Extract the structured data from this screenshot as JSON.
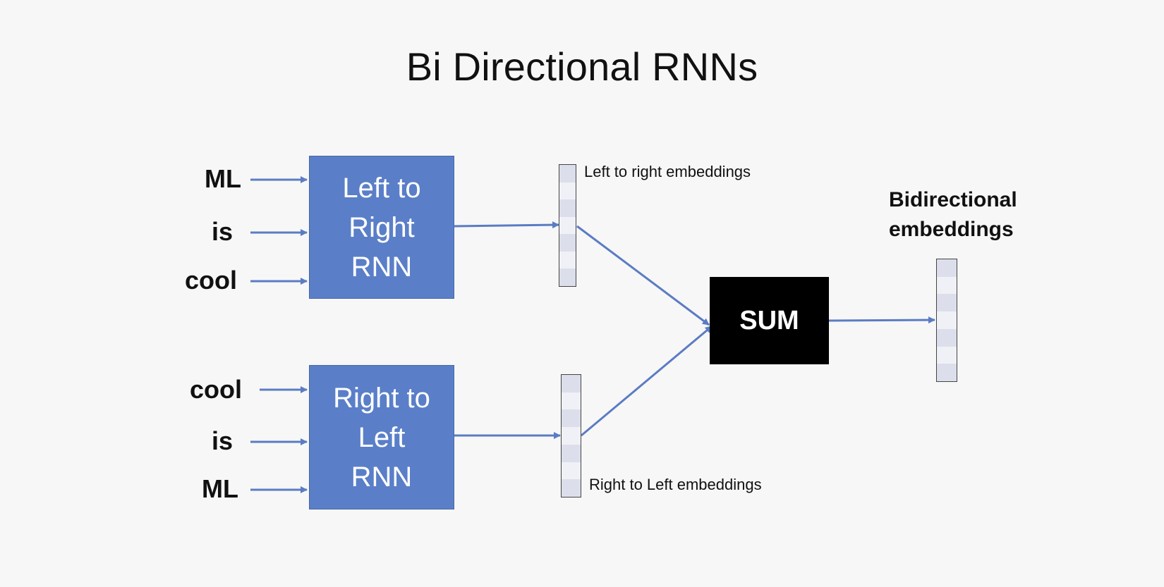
{
  "title": "Bi Directional RNNs",
  "top": {
    "words": [
      "ML",
      "is",
      "cool"
    ],
    "rnn_lines": [
      "Left to",
      "Right",
      "RNN"
    ],
    "embedding_label": "Left to right embeddings"
  },
  "bottom": {
    "words": [
      "cool",
      "is",
      "ML"
    ],
    "rnn_lines": [
      "Right to",
      "Left",
      "RNN"
    ],
    "embedding_label": "Right to Left embeddings"
  },
  "sum_label": "SUM",
  "bidirectional_label": [
    "Bidirectional",
    "embeddings"
  ],
  "colors": {
    "rnn_box": "#5a7fc8",
    "arrow": "#5b7cc3",
    "sum_box": "#000000",
    "background": "#f7f7f7"
  }
}
